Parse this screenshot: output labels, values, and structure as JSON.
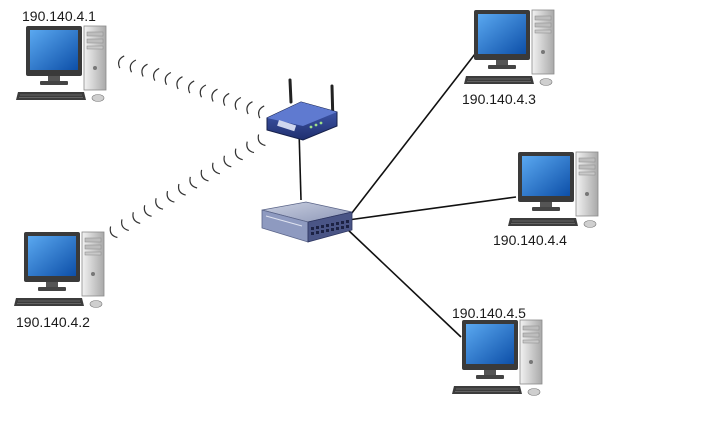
{
  "diagram": {
    "devices": {
      "pc1": {
        "ip": "190.140.4.1",
        "link": "wireless",
        "icon": "desktop-computer-icon"
      },
      "pc2": {
        "ip": "190.140.4.2",
        "link": "wireless",
        "icon": "desktop-computer-icon"
      },
      "pc3": {
        "ip": "190.140.4.3",
        "link": "wired",
        "icon": "desktop-computer-icon"
      },
      "pc4": {
        "ip": "190.140.4.4",
        "link": "wired",
        "icon": "desktop-computer-icon"
      },
      "pc5": {
        "ip": "190.140.4.5",
        "link": "wired",
        "icon": "desktop-computer-icon"
      }
    },
    "router": {
      "icon": "wireless-router-icon",
      "color": "#2b3f8c"
    },
    "switch": {
      "icon": "network-switch-icon",
      "color": "#6d7da8"
    },
    "colors": {
      "cable": "#111111",
      "wireless_wave": "#333333",
      "monitor_screen": "#1e6fc8",
      "case": "#d9d9d9"
    }
  }
}
